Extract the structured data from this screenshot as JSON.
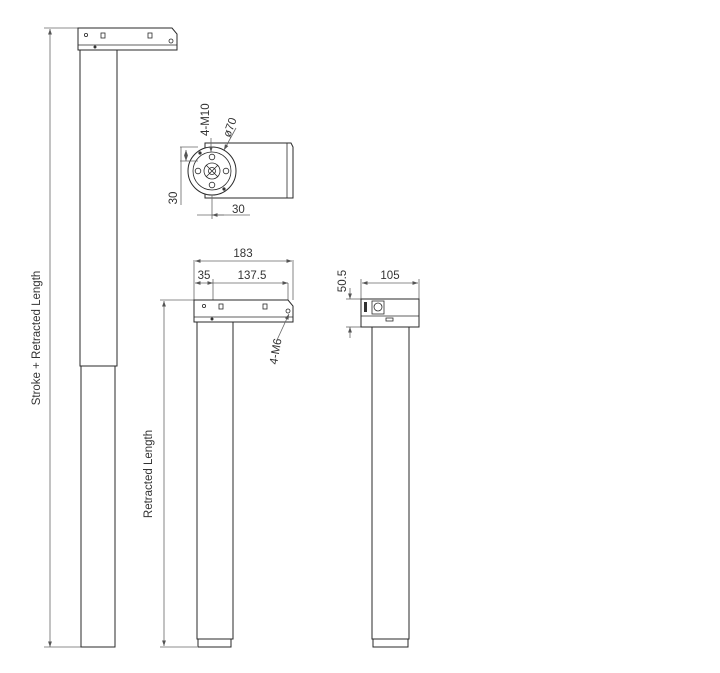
{
  "labels": {
    "stroke_retracted": "Stroke + Retracted Length",
    "retracted": "Retracted Length",
    "m10": "4-M10",
    "dia70": "ø70",
    "dim_30_vertical": "30",
    "dim_30_horizontal": "30",
    "dim_183": "183",
    "dim_35": "35",
    "dim_137_5": "137.5",
    "m6": "4-M6",
    "dim_50_5": "50.5",
    "dim_105": "105"
  }
}
